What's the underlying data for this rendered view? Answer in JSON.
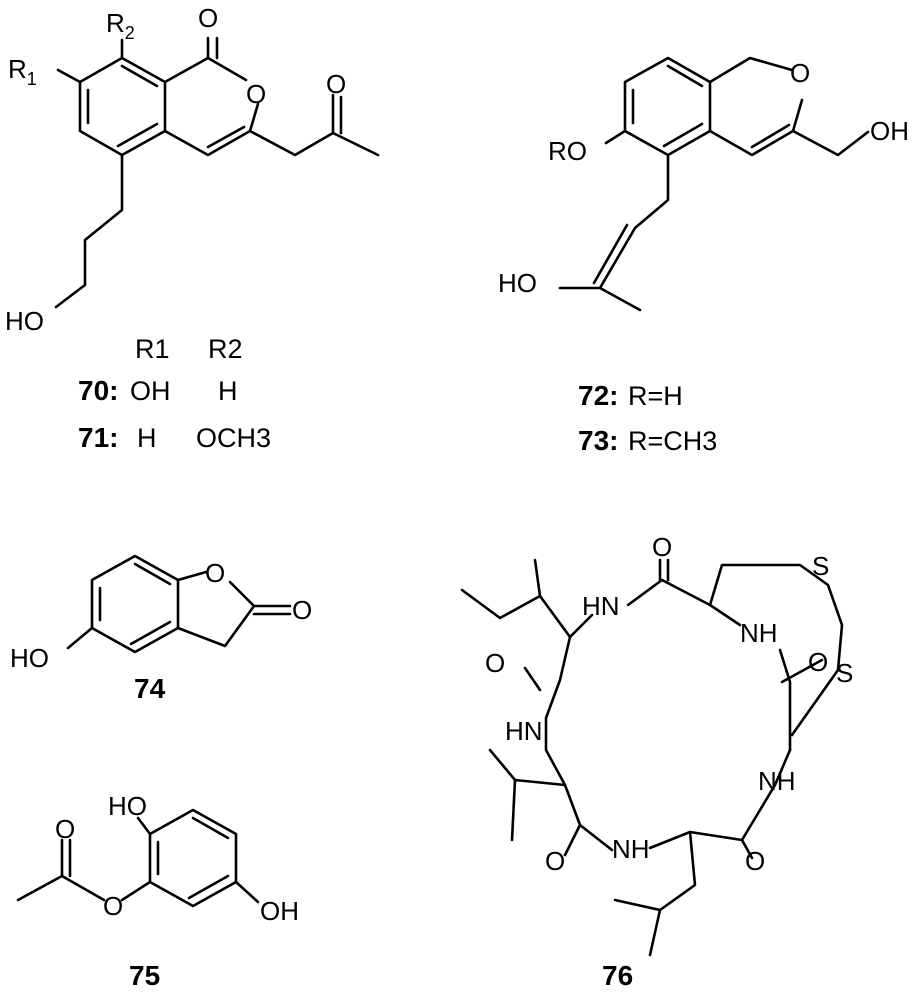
{
  "compounds": {
    "c70": {
      "number": "70",
      "r1": "OH",
      "r2": "H"
    },
    "c71": {
      "number": "71",
      "r1": "H",
      "r2": "OCH3"
    },
    "c72": {
      "number": "72",
      "r": "R=H"
    },
    "c73": {
      "number": "73",
      "r": "R=CH3"
    },
    "c74": {
      "number": "74"
    },
    "c75": {
      "number": "75"
    },
    "c76": {
      "number": "76"
    }
  },
  "table_70_71": {
    "col1": "R1",
    "col2": "R2"
  },
  "atom_labels": {
    "oxygen": "O",
    "hydroxyl": "OH",
    "hydroxyl_left": "HO",
    "ether_r": "RO",
    "amide_nh": "NH",
    "amide_hn": "HN",
    "sulfur": "S",
    "r1": "R",
    "r2": "R",
    "r_sub_1": "1",
    "r_sub_2": "2"
  },
  "colors": {
    "ink": "#000000",
    "background": "#ffffff"
  }
}
